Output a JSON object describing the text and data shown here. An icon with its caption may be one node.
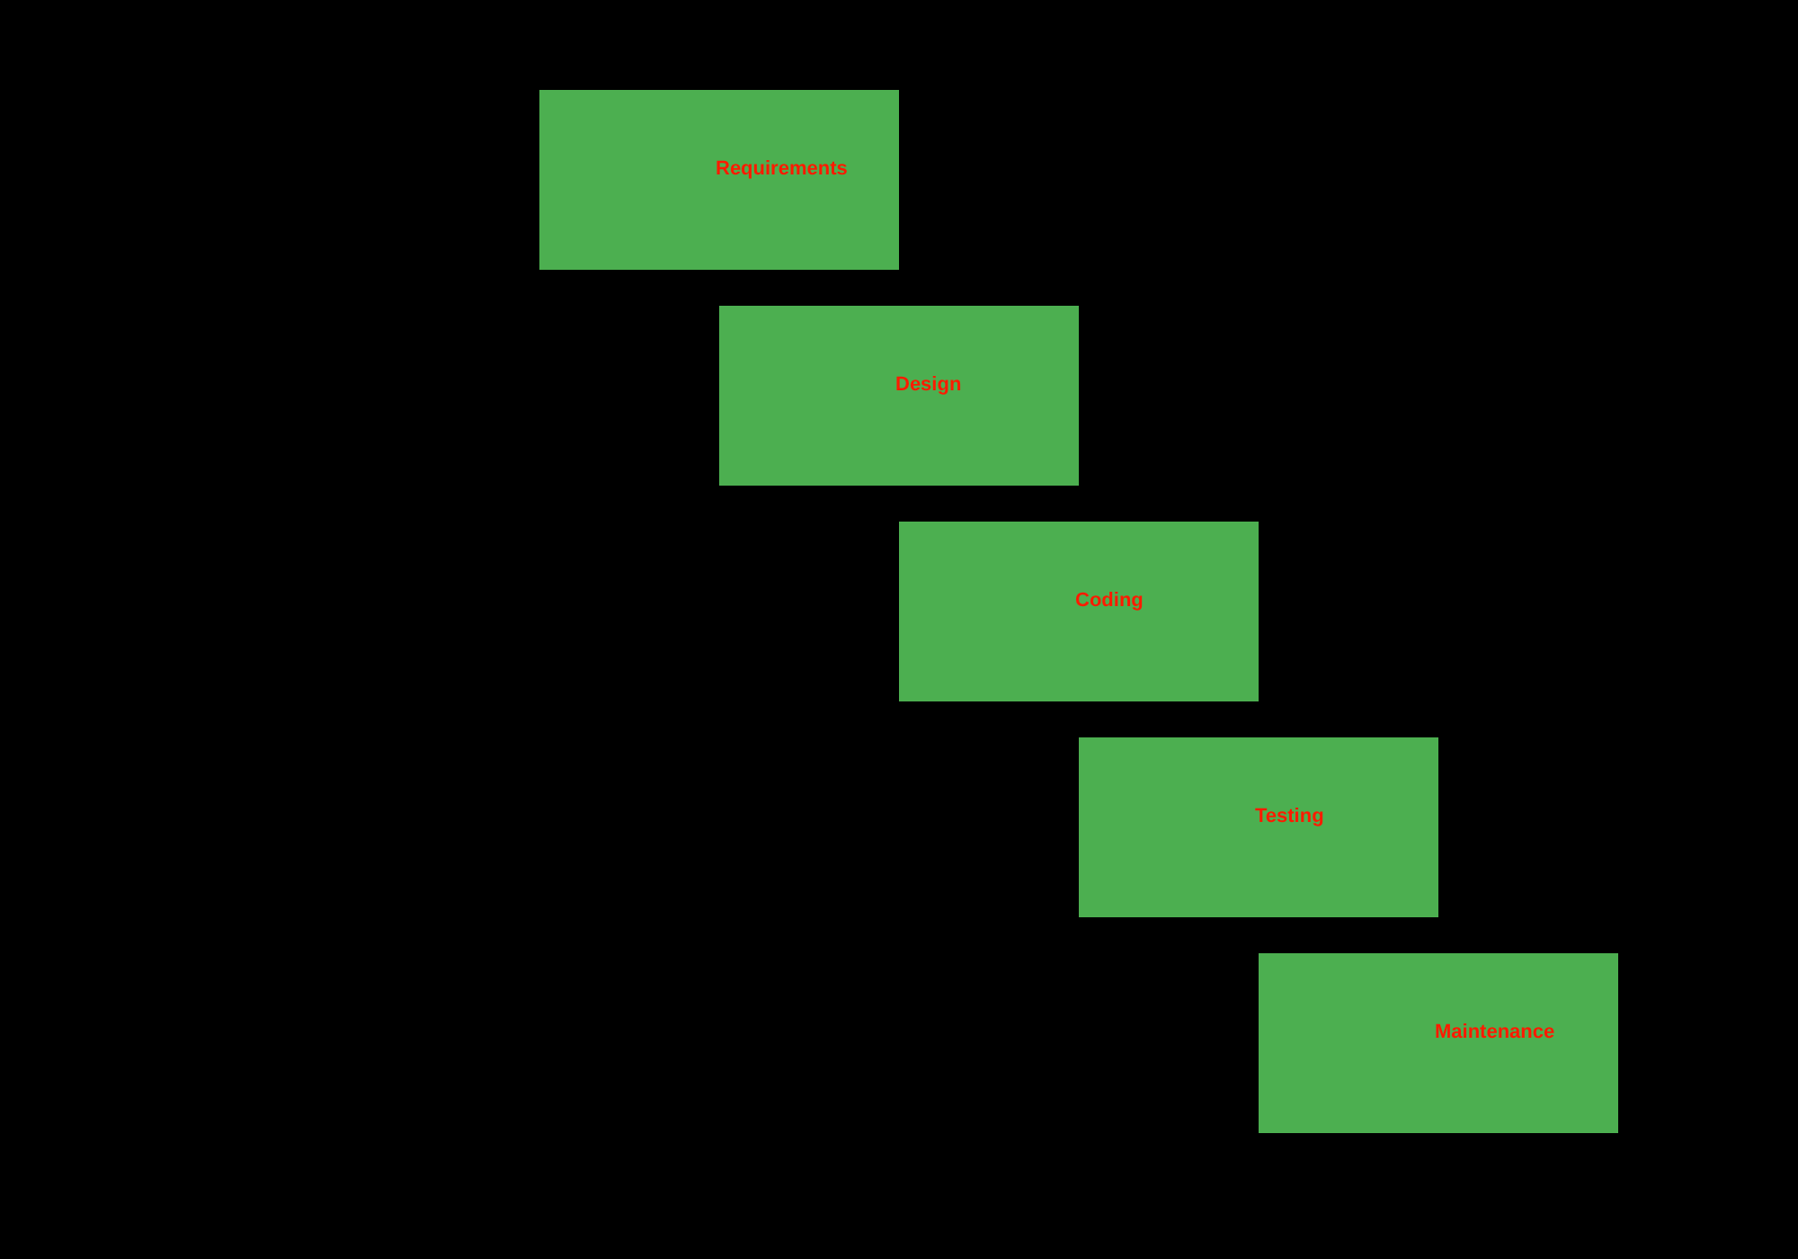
{
  "diagram": {
    "nodes": [
      {
        "text": [
          "Requirements"
        ]
      },
      {
        "text": [
          "Design"
        ]
      },
      {
        "text": [
          "Coding"
        ]
      },
      {
        "text": [
          "Testing"
        ]
      },
      {
        "text": [
          "Maintenance"
        ]
      }
    ]
  }
}
